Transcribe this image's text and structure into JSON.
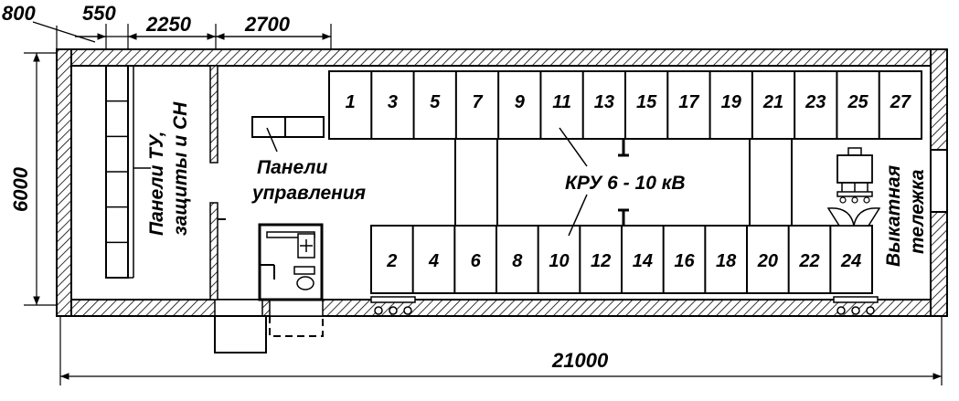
{
  "dimensions": {
    "top": [
      "800",
      "550",
      "2250",
      "2700"
    ],
    "height": "6000",
    "length": "21000"
  },
  "labels": {
    "panels_tu_line1": "Панели ТУ,",
    "panels_tu_line2": "защиты и СН",
    "control_panels_line1": "Панели",
    "control_panels_line2": "управления",
    "kru": "КРУ 6 - 10 кВ",
    "trolley_line1": "Выкатная",
    "trolley_line2": "тележка"
  },
  "cells_top": [
    "1",
    "3",
    "5",
    "7",
    "9",
    "11",
    "13",
    "15",
    "17",
    "19",
    "21",
    "23",
    "25",
    "27"
  ],
  "cells_bottom": [
    "2",
    "4",
    "6",
    "8",
    "10",
    "12",
    "14",
    "16",
    "18",
    "20",
    "22",
    "24"
  ],
  "colors": {
    "line": "#000000",
    "background": "#ffffff"
  }
}
